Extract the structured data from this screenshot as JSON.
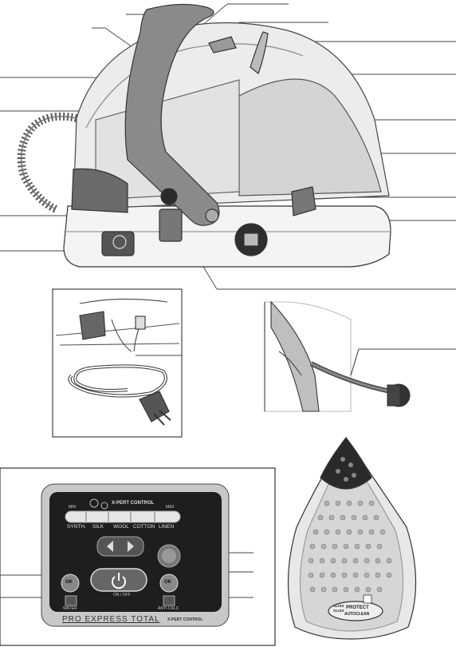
{
  "panel": {
    "heat_min": "MIN",
    "heat_max": "MAX",
    "brand_control": "X-PERT CONTROL",
    "settings": [
      "SYNTH.",
      "SILK",
      "WOOL",
      "COTTON",
      "LINEN"
    ],
    "power_label": "ON / OFF",
    "ok_label": "OK",
    "water_label": "WATER",
    "anticalc_label": "ANTI-CALC",
    "footer_brand": "PRO EXPRESS TOTAL",
    "footer_control": "X-PERT CONTROL"
  },
  "soleplate": {
    "badge_line1": "GLISS",
    "badge_line2": "GLISS",
    "badge_line3": "PROTECT",
    "badge_line4": "AUTOCLEAN"
  },
  "colors": {
    "panel_bg": "#c8c8c8",
    "panel_inner": "#1e1e1e",
    "handle": "#8a8a8a",
    "dark": "#2a2a2a"
  }
}
